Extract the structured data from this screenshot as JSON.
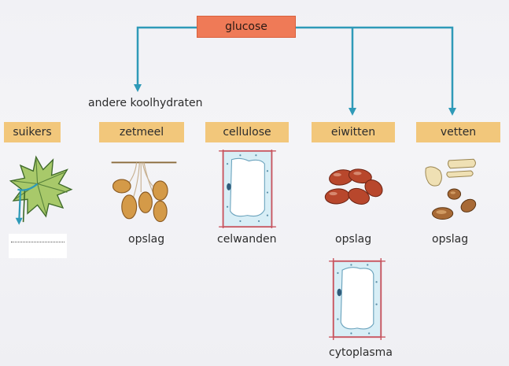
{
  "diagram": {
    "root": {
      "label": "glucose",
      "color": "#ef7a57"
    },
    "branch_label": "andere koolhydraten",
    "categories": [
      {
        "label": "suikers"
      },
      {
        "label": "zetmeel",
        "caption": "opslag"
      },
      {
        "label": "cellulose",
        "caption": "celwanden"
      },
      {
        "label": "eiwitten",
        "caption": "opslag",
        "extra_caption": "cytoplasma"
      },
      {
        "label": "vetten",
        "caption": "opslag"
      }
    ],
    "colors": {
      "category_box": "#f2c77b",
      "arrow": "#2f9ab8",
      "cell_wall": "#c8545e",
      "cell_fill": "#c9e4f0"
    },
    "icons": [
      "leaf-illustration",
      "potato-tuber-illustration",
      "plant-cell-illustration",
      "bean-seeds-illustration",
      "nut-seeds-illustration"
    ]
  }
}
